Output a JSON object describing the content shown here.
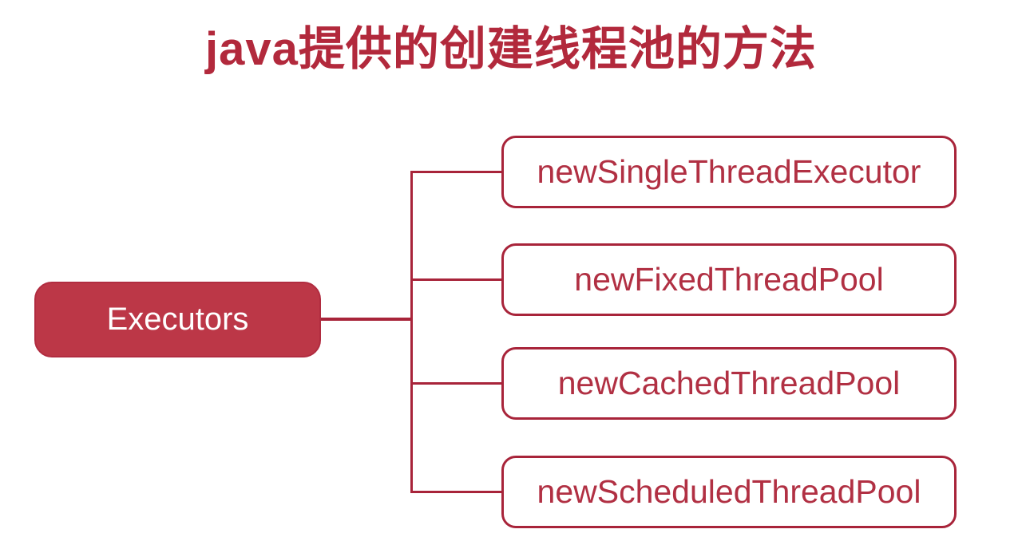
{
  "title": "java提供的创建线程池的方法",
  "colors": {
    "background": "#ffffff",
    "title": "#b2293c",
    "node_fill": "#bc3747",
    "node_edge": "#b12c40",
    "node_text": "#ffffff",
    "outline_text": "#b13043",
    "line": "#a8243a"
  },
  "diagram": {
    "root": {
      "label": "Executors"
    },
    "children": [
      {
        "label": "newSingleThreadExecutor"
      },
      {
        "label": "newFixedThreadPool"
      },
      {
        "label": "newCachedThreadPool"
      },
      {
        "label": "newScheduledThreadPool"
      }
    ]
  }
}
